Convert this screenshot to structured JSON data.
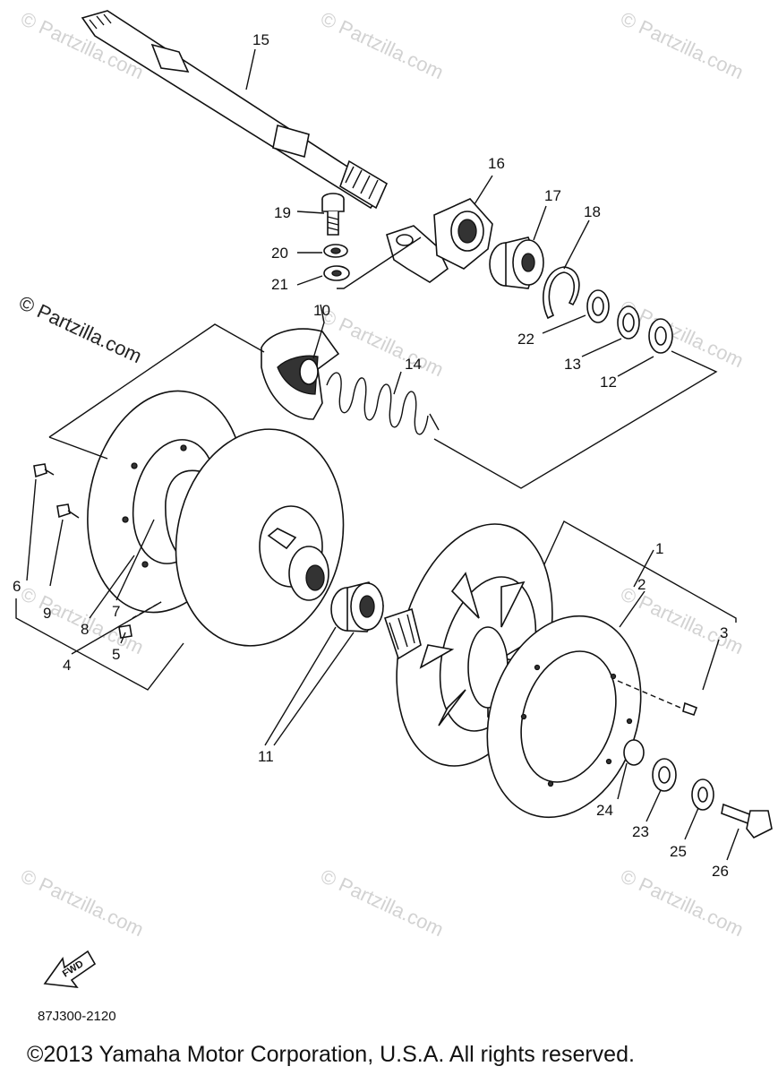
{
  "diagram": {
    "labels": {
      "p1": "1",
      "p2": "2",
      "p3": "3",
      "p4": "4",
      "p5": "5",
      "p6": "6",
      "p7": "7",
      "p8": "8",
      "p9": "9",
      "p10": "10",
      "p11": "11",
      "p12": "12",
      "p13": "13",
      "p14": "14",
      "p15": "15",
      "p16": "16",
      "p17": "17",
      "p18": "18",
      "p19": "19",
      "p20": "20",
      "p21": "21",
      "p22": "22",
      "p23": "23",
      "p24": "24",
      "p25": "25",
      "p26": "26"
    },
    "fwd_label": "FWD",
    "diagram_code": "87J300-2120"
  },
  "watermark": {
    "text": "© Partzilla.com",
    "corner_text": "© Partzilla.com"
  },
  "footer": {
    "copyright": "©2013 Yamaha Motor Corporation, U.S.A. All rights reserved."
  }
}
